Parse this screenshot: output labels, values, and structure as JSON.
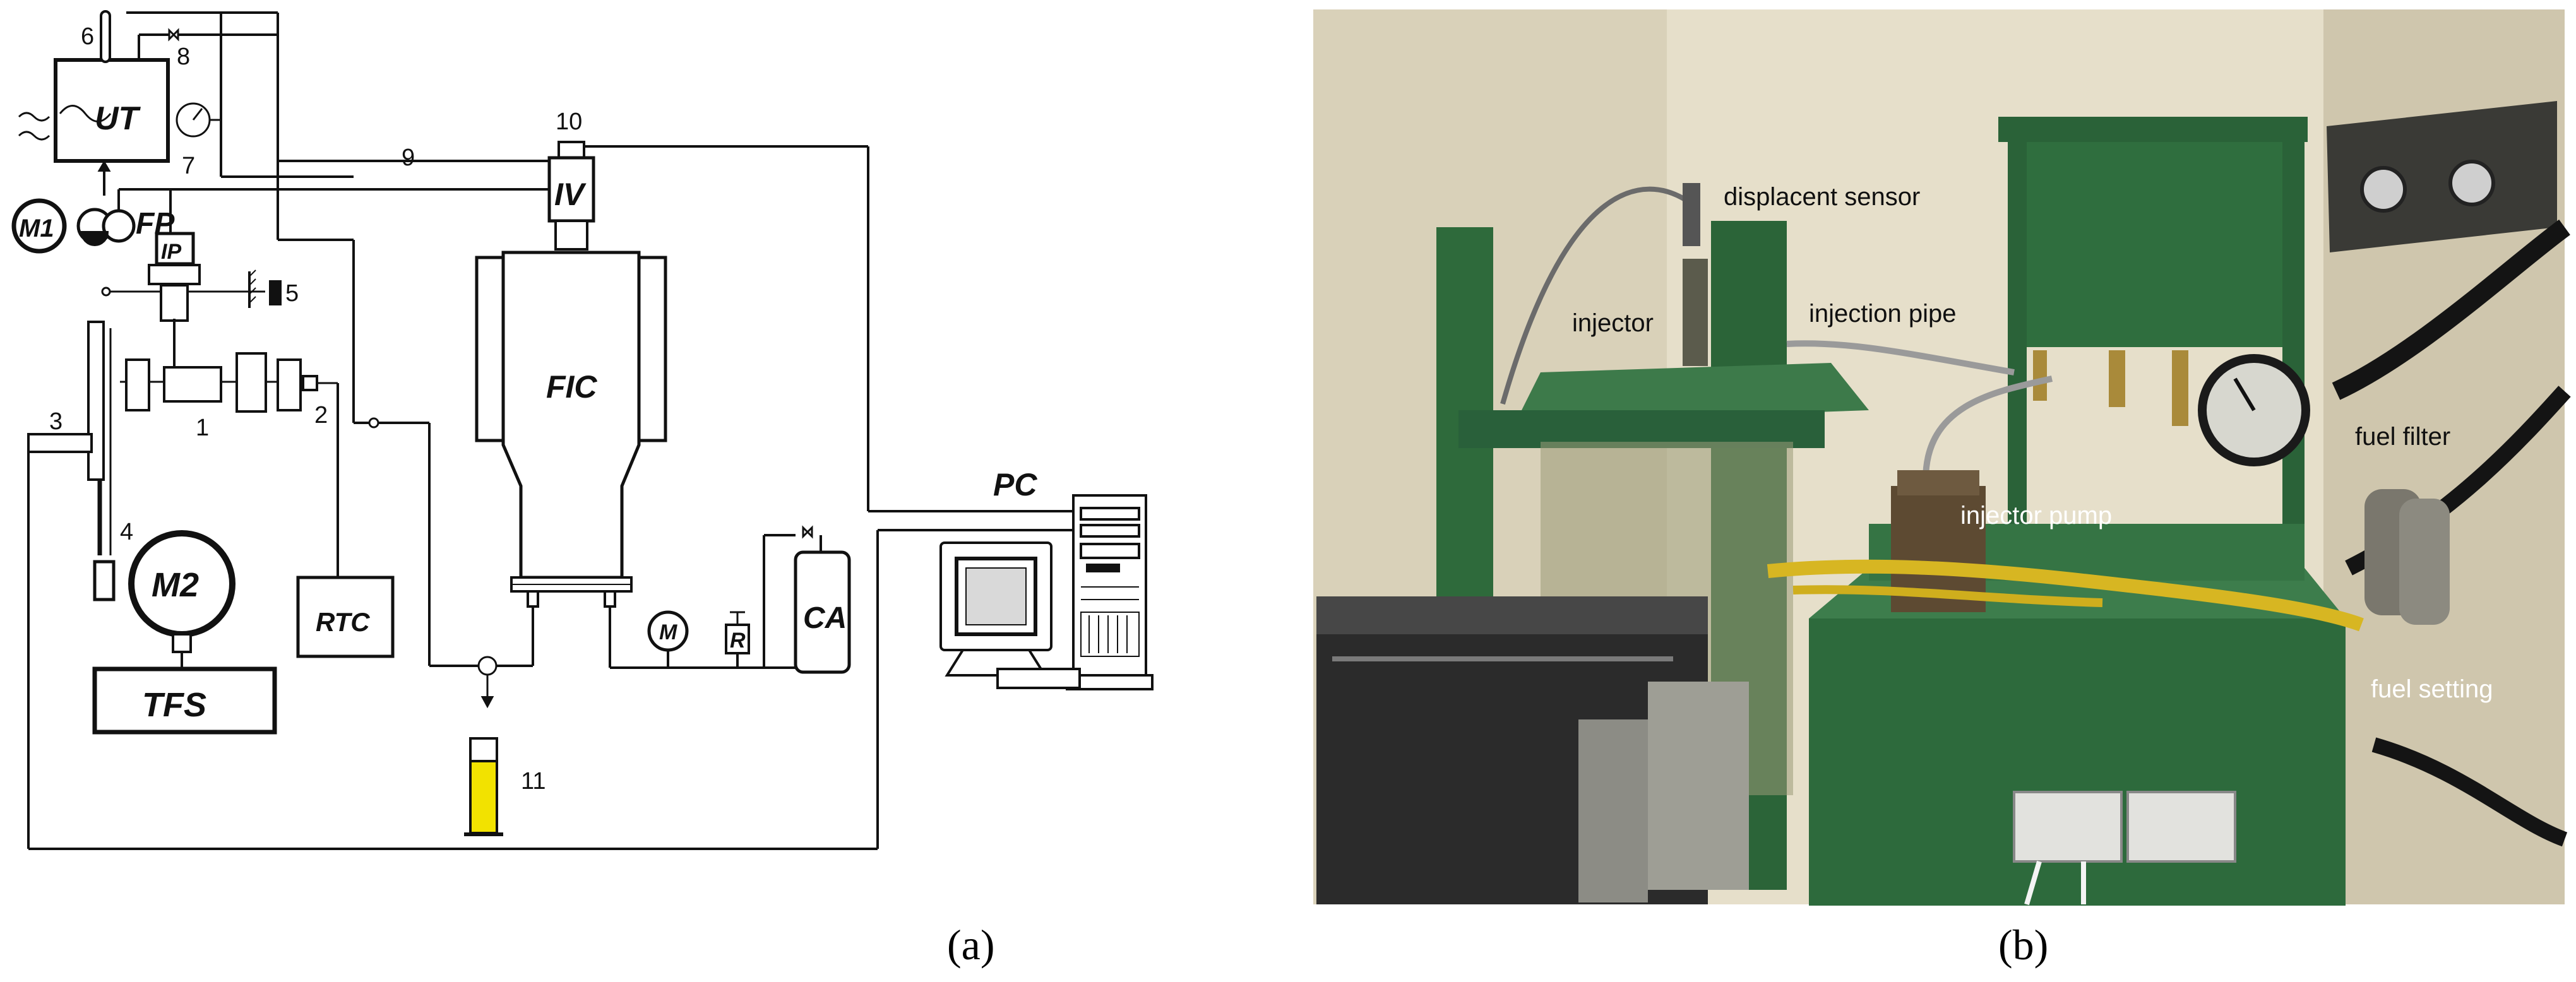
{
  "schematic": {
    "components": {
      "ut": "UT",
      "fp": "FP",
      "m1": "M1",
      "ip": "IP",
      "iv": "IV",
      "fic": "FIC",
      "m2": "M2",
      "tfs": "TFS",
      "rtc": "RTC",
      "m": "M",
      "r": "R",
      "ca": "CA",
      "pc": "PC"
    },
    "numbers": {
      "n1": "1",
      "n2": "2",
      "n3": "3",
      "n4": "4",
      "n5": "5",
      "n6": "6",
      "n7": "7",
      "n8": "8",
      "n9": "9",
      "n10": "10",
      "n11": "11"
    }
  },
  "photo": {
    "labels": {
      "displacement_sensor": "displacent sensor",
      "injector": "injector",
      "injection_pipe": "injection pipe",
      "fuel_filter": "fuel filter",
      "injector_pump": "injector pump",
      "fuel_setting": "fuel setting"
    }
  },
  "captions": {
    "a": "(a)",
    "b": "(b)"
  },
  "colors": {
    "line": "#111111",
    "cylinder_fill": "#f2e200",
    "machine_green": "#2f6a3c",
    "wall": "#e8e1cc"
  }
}
